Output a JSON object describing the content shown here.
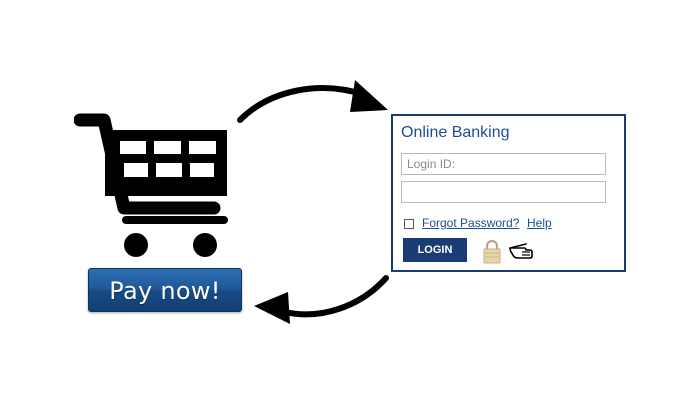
{
  "checkout": {
    "pay_button_label": "Pay now!",
    "cart_icon": "shopping-cart-icon"
  },
  "flow": {
    "to_bank_icon": "curved-arrow-right-icon",
    "back_to_shop_icon": "curved-arrow-left-icon"
  },
  "banking": {
    "title": "Online Banking",
    "login_id_placeholder": "Login ID:",
    "password_value": "",
    "forgot_password_label": "Forgot Password?",
    "help_label": "Help",
    "login_button_label": "LOGIN",
    "lock_icon": "padlock-icon",
    "pointer_icon": "pointing-hand-icon"
  },
  "colors": {
    "bank_accent": "#1a3b73",
    "link": "#1f4f8e",
    "pay_button": "#1f5798"
  }
}
